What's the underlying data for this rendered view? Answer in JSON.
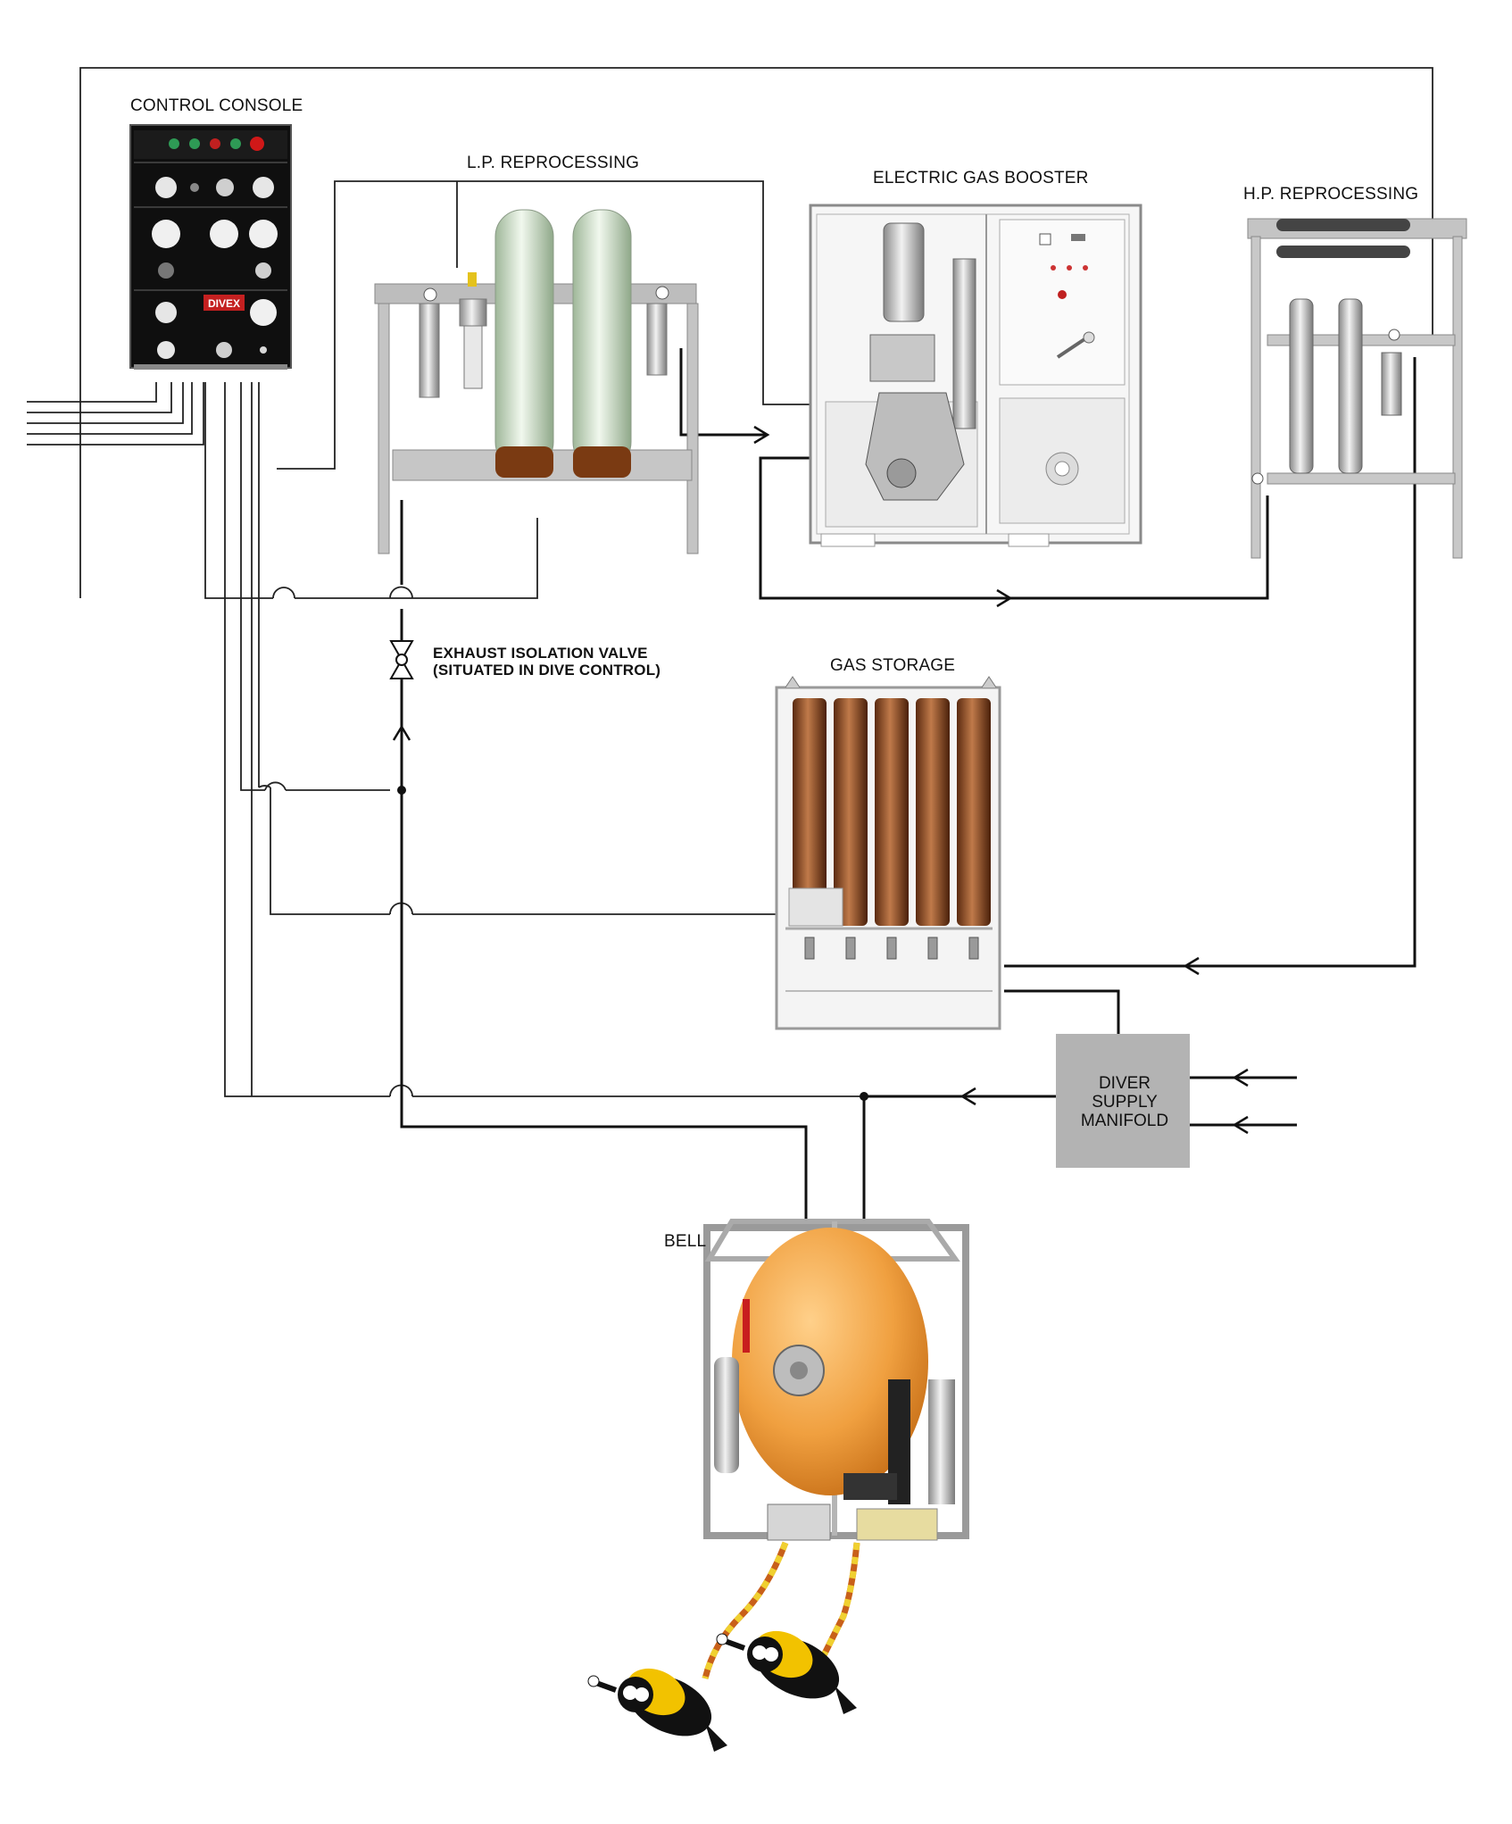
{
  "labels": {
    "control_console": "CONTROL CONSOLE",
    "lp_reprocessing": "L.P. REPROCESSING",
    "electric_gas_booster": "ELECTRIC GAS BOOSTER",
    "hp_reprocessing": "H.P. REPROCESSING",
    "exhaust_valve_line1": "EXHAUST ISOLATION VALVE",
    "exhaust_valve_line2": "(SITUATED IN DIVE CONTROL)",
    "gas_storage": "GAS STORAGE",
    "diver_supply_manifold": [
      "DIVER",
      "SUPPLY",
      "MANIFOLD"
    ],
    "bell": "BELL",
    "console_brand": "DIVEX"
  },
  "colors": {
    "line": "#111111",
    "cylinder_green": "#cfe0c8",
    "cylinder_base": "#7a3a12",
    "storage_cylinder": "#8b4a22",
    "manifold_box": "#b3b3b3",
    "bell_sphere": "#f0a040",
    "diver_yellow": "#f2c200",
    "console_panel": "#111111"
  }
}
